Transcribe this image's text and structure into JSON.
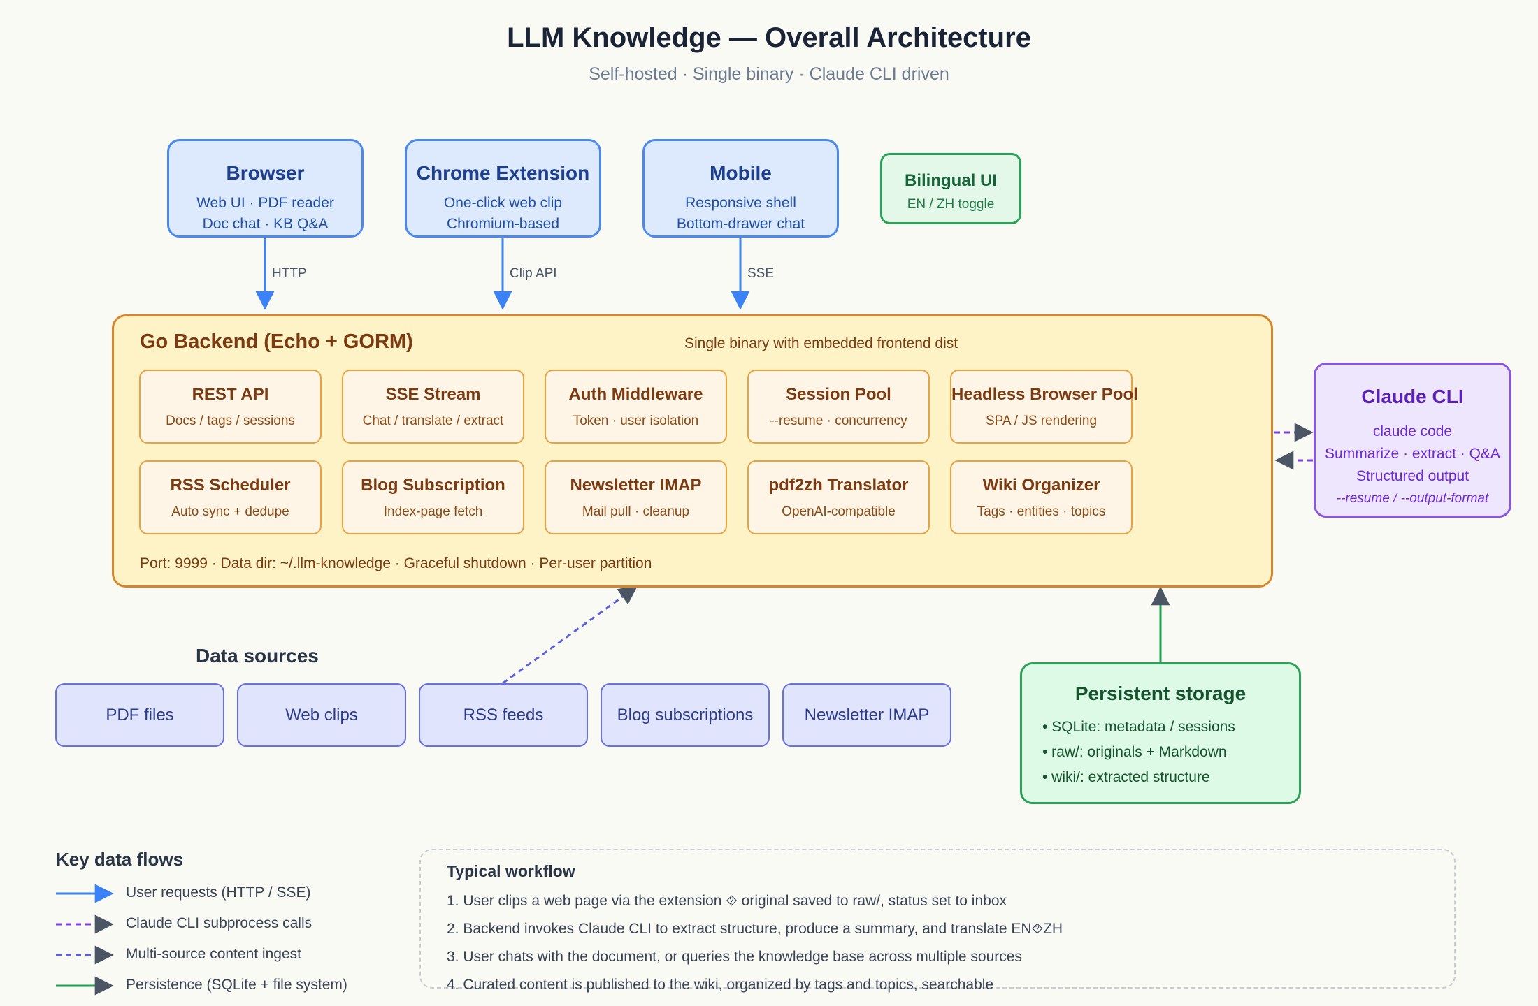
{
  "title": "LLM Knowledge — Overall Architecture",
  "subtitle": "Self-hosted · Single binary · Claude CLI driven",
  "clients": [
    {
      "name": "Browser",
      "lines": [
        "Web UI · PDF reader",
        "Doc chat · KB Q&A"
      ],
      "edge_label": "HTTP"
    },
    {
      "name": "Chrome Extension",
      "lines": [
        "One-click web clip",
        "Chromium-based"
      ],
      "edge_label": "Clip API"
    },
    {
      "name": "Mobile",
      "lines": [
        "Responsive shell",
        "Bottom-drawer chat"
      ],
      "edge_label": "SSE"
    }
  ],
  "bilingual": {
    "name": "Bilingual UI",
    "line": "EN / ZH toggle"
  },
  "backend": {
    "title": "Go Backend (Echo + GORM)",
    "note": "Single binary with embedded frontend dist",
    "footer": "Port: 9999 · Data dir: ~/.llm-knowledge · Graceful shutdown · Per-user partition",
    "modules": [
      {
        "name": "REST API",
        "desc": "Docs / tags / sessions"
      },
      {
        "name": "SSE Stream",
        "desc": "Chat / translate / extract"
      },
      {
        "name": "Auth Middleware",
        "desc": "Token · user isolation"
      },
      {
        "name": "Session Pool",
        "desc": "--resume · concurrency"
      },
      {
        "name": "Headless Browser Pool",
        "desc": "SPA / JS rendering"
      },
      {
        "name": "RSS Scheduler",
        "desc": "Auto sync + dedupe"
      },
      {
        "name": "Blog Subscription",
        "desc": "Index-page fetch"
      },
      {
        "name": "Newsletter IMAP",
        "desc": "Mail pull · cleanup"
      },
      {
        "name": "pdf2zh Translator",
        "desc": "OpenAI-compatible"
      },
      {
        "name": "Wiki Organizer",
        "desc": "Tags · entities · topics"
      }
    ]
  },
  "claude": {
    "name": "Claude CLI",
    "lines": [
      "claude code",
      "Summarize · extract · Q&A",
      "Structured output"
    ],
    "flags": "--resume / --output-format"
  },
  "sources": {
    "label": "Data sources",
    "items": [
      "PDF files",
      "Web clips",
      "RSS feeds",
      "Blog subscriptions",
      "Newsletter IMAP"
    ]
  },
  "storage": {
    "name": "Persistent storage",
    "items": [
      "• SQLite: metadata / sessions",
      "• raw/: originals + Markdown",
      "• wiki/: extracted structure"
    ]
  },
  "legend": {
    "title": "Key data flows",
    "items": [
      {
        "label": "User requests (HTTP / SSE)",
        "color": "#3b82f6",
        "style": "solid"
      },
      {
        "label": "Claude CLI subprocess calls",
        "color": "#7c3aed",
        "style": "dashed"
      },
      {
        "label": "Multi-source content ingest",
        "color": "#5b5fe0",
        "style": "dashed"
      },
      {
        "label": "Persistence (SQLite + file system)",
        "color": "#22a052",
        "style": "solid"
      }
    ]
  },
  "workflow": {
    "title": "Typical workflow",
    "steps": [
      "1. User clips a web page via the extension ⯑ original saved to raw/, status set to inbox",
      "2. Backend invokes Claude CLI to extract structure, produce a summary, and translate EN⯑ZH",
      "3. User chats with the document, or queries the knowledge base across multiple sources",
      "4. Curated content is published to the wiki, organized by tags and topics, searchable"
    ]
  },
  "colors": {
    "http": "#3b82f6",
    "claude": "#7c3aed",
    "ingest": "#5b5fe0",
    "storage": "#22a052",
    "arrowhead": "#4b5563"
  }
}
